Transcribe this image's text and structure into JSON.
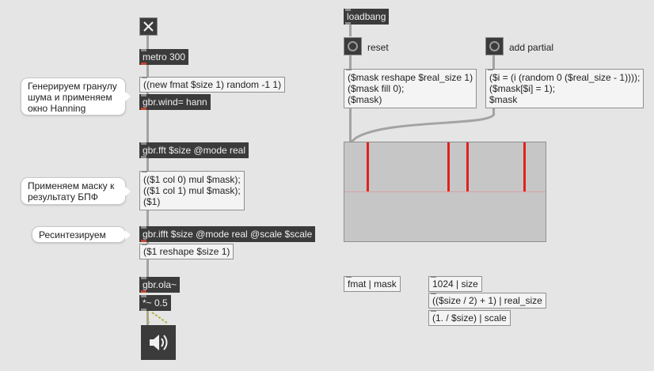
{
  "left_chain": {
    "toggle_icon": "x-toggle-icon",
    "metro": "metro 300",
    "noise_msg": "((new fmat $size 1) random -1 1)",
    "window": "gbr.wind= hann",
    "fft": "gbr.fft $size @mode real",
    "mask_msg": [
      "(($1 col 0) mul $mask);",
      "(($1 col 1) mul $mask);",
      "($1)"
    ],
    "ifft": "gbr.ifft $size @mode real @scale $scale",
    "reshape_msg": "($1 reshape $size 1)",
    "ola": "gbr.ola~",
    "gain": "*~ 0.5",
    "dac_icon": "speaker-icon"
  },
  "comments": {
    "grain": "Генерируем гранулу шума и применяем окно Hanning",
    "mask": "Применяем маску к результату БПФ",
    "resynth": "Ресинтезируем"
  },
  "right_chain": {
    "loadbang": "loadbang",
    "reset_label": "reset",
    "add_label": "add partial",
    "reset_msg": [
      "($mask reshape $real_size 1)",
      "($mask fill 0);",
      "($mask)"
    ],
    "add_msg": [
      "($i = (i (random 0 ($real_size - 1))));",
      "($mask[$i] = 1);",
      "$mask"
    ]
  },
  "vars": {
    "fmat_mask": "fmat | mask",
    "size": "1024 | size",
    "real_size": "(($size / 2) + 1) | real_size",
    "scale": "(1. / $size) | scale"
  },
  "matrix": {
    "spike_bins": [
      28,
      131,
      155,
      228
    ],
    "colors": {
      "background": "#c6c6c6",
      "spike": "#e0221c"
    }
  }
}
